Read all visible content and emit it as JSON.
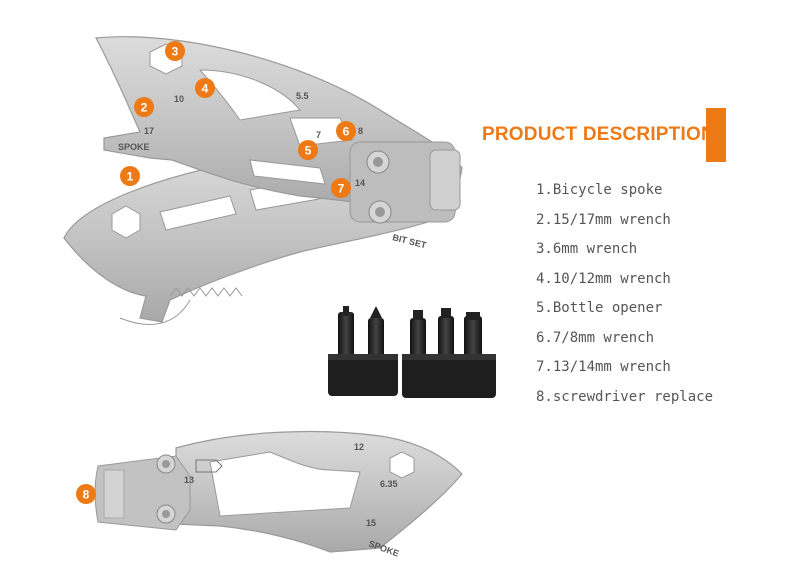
{
  "section_title": "PRODUCT DESCRIPTION",
  "features": [
    "1.Bicycle spoke",
    "2.15/17mm wrench",
    "3.6mm wrench",
    "4.10/12mm wrench",
    "5.Bottle opener",
    "6.7/8mm wrench",
    "7.13/14mm wrench",
    "8.screwdriver replace"
  ],
  "badges": [
    "1",
    "2",
    "3",
    "4",
    "5",
    "6",
    "7",
    "8"
  ],
  "engravings": {
    "spoke": "SPOKE",
    "size_17": "17",
    "size_10": "10",
    "size_5_5": "5.5",
    "size_7": "7",
    "size_8": "8",
    "size_14": "14",
    "bit_set": "BIT SET",
    "size_13": "13",
    "size_12": "12",
    "size_6_35": "6.35",
    "size_15": "15",
    "spoke_bottom": "SPOKE"
  },
  "colors": {
    "accent": "#ee7a16",
    "metal": "#c9c9c9",
    "metal_dark": "#9a9a9a",
    "bit_holder": "#1e1e1e"
  }
}
